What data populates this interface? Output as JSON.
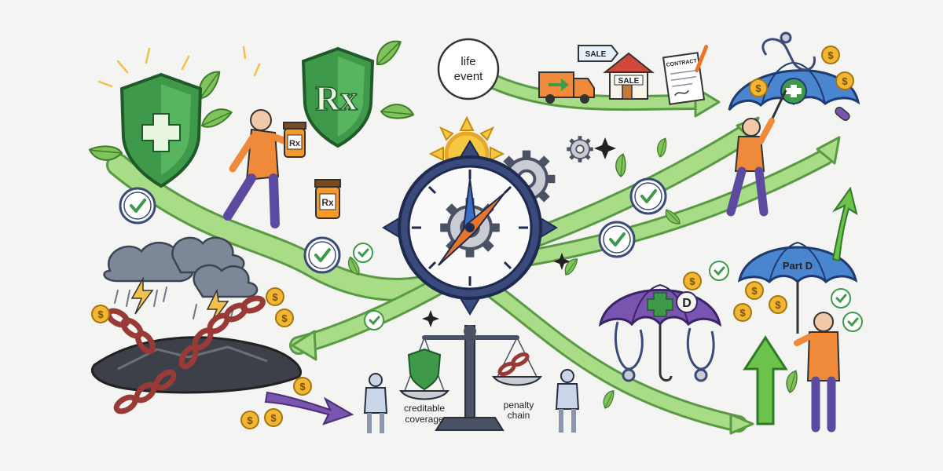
{
  "labels": {
    "life_event_line1": "life",
    "life_event_line2": "event",
    "rx_shield": "Rx",
    "rx_bottle": "Rx",
    "sale_tag": "SALE",
    "sale_house": "SALE",
    "contract": "CONTRACT",
    "part_d": "Part D",
    "umbrella_d": "D",
    "creditable_line1": "creditable",
    "creditable_line2": "coverage",
    "penalty_line1": "penalty",
    "penalty_line2": "chain"
  },
  "colors": {
    "path_green": "#9fd67a",
    "path_outline": "#5a9a45",
    "shield_green": "#3e9a4a",
    "navy": "#3a4a7a",
    "purple": "#7a55b0",
    "umbrella_blue": "#4a86d0",
    "coin_gold": "#f2b632",
    "chain_red": "#9a3a36",
    "person_orange": "#ef8a3a"
  },
  "icons": [
    "health-shield-icon",
    "rx-shield-icon",
    "compass-icon",
    "gear-icon",
    "balance-scale-icon",
    "storm-cloud-icon",
    "broken-chain-icon",
    "umbrella-icon",
    "moving-truck-icon",
    "house-icon",
    "contract-icon",
    "clock-icon",
    "stethoscope-icon",
    "coin-icon",
    "pill-bottle-icon"
  ]
}
